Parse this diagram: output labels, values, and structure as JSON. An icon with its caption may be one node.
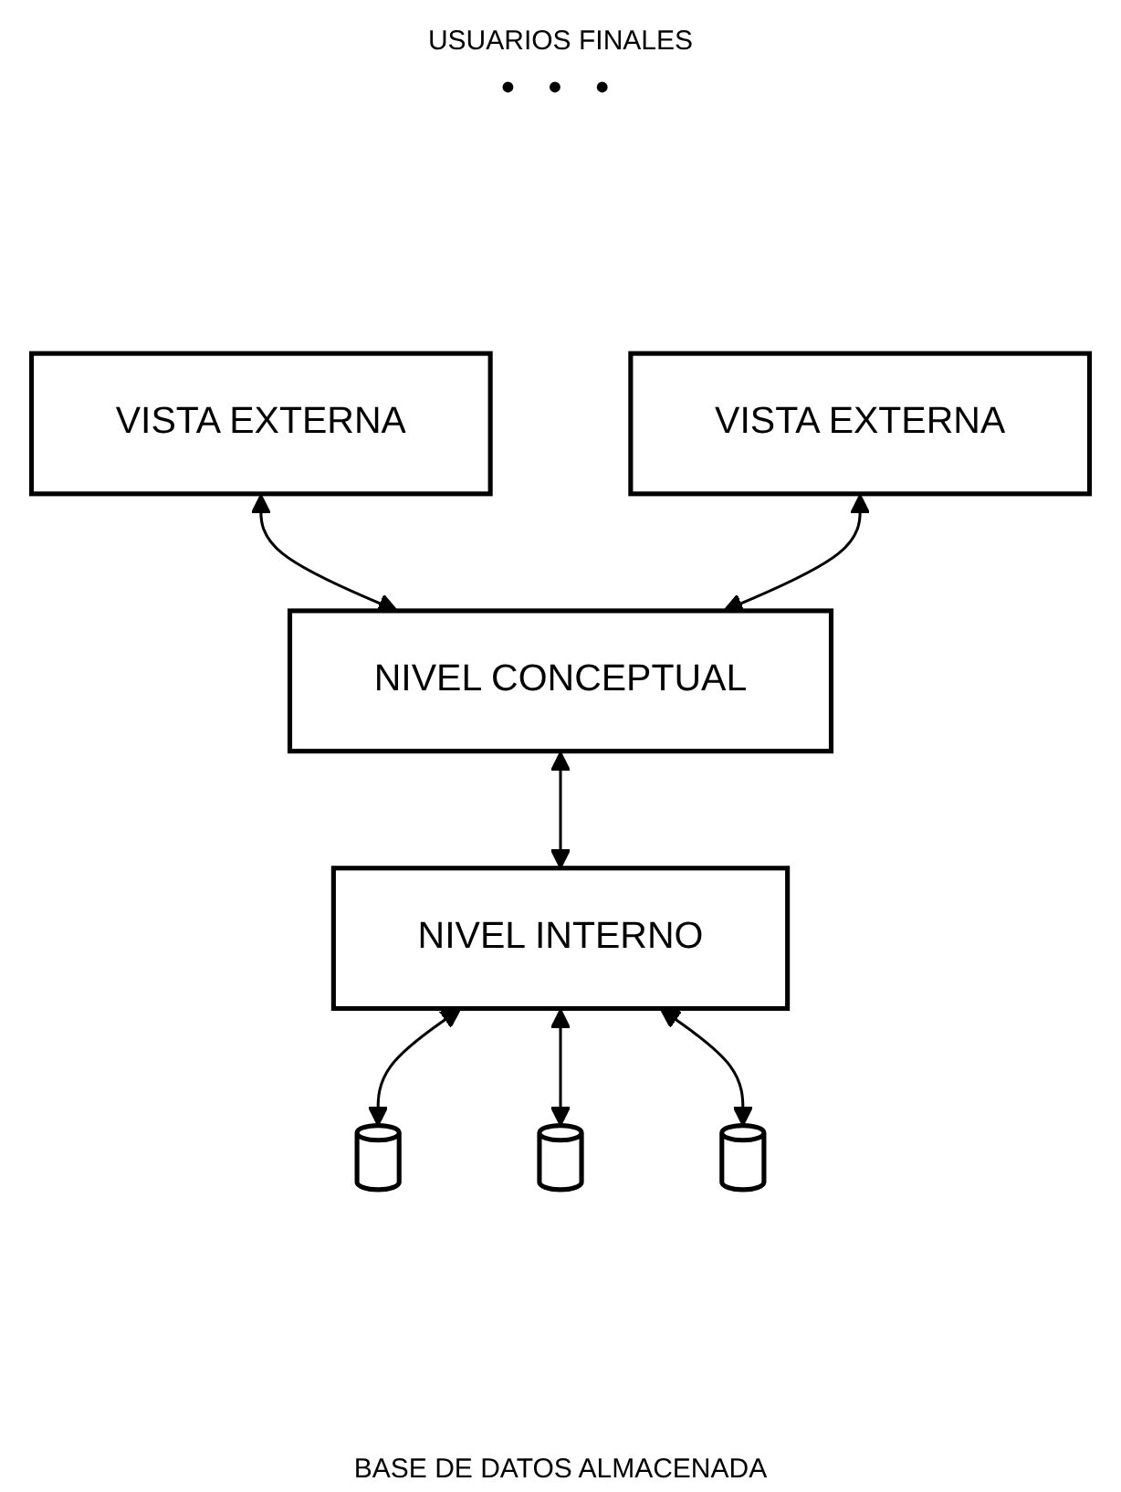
{
  "diagram": {
    "title": "USUARIOS FINALES",
    "caption": "BASE DE DATOS ALMACENADA",
    "nodes": [
      {
        "text": [
          "VISTA EXTERNA"
        ]
      },
      {
        "text": [
          "VISTA EXTERNA"
        ]
      },
      {
        "text": [
          "NIVEL CONCEPTUAL"
        ]
      },
      {
        "text": [
          "NIVEL INTERNO"
        ]
      },
      {
        "text": [],
        "shape": "cylinder"
      },
      {
        "text": [],
        "shape": "cylinder"
      },
      {
        "text": [],
        "shape": "cylinder"
      }
    ],
    "edges": [
      {
        "from": 0,
        "to": 2,
        "arrow": "both"
      },
      {
        "from": 1,
        "to": 2,
        "arrow": "both"
      },
      {
        "from": 2,
        "to": 3,
        "arrow": "both"
      },
      {
        "from": 3,
        "to": 4,
        "arrow": "both"
      },
      {
        "from": 3,
        "to": 5,
        "arrow": "both"
      },
      {
        "from": 3,
        "to": 6,
        "arrow": "both"
      }
    ],
    "labels": [
      "• • •"
    ]
  }
}
